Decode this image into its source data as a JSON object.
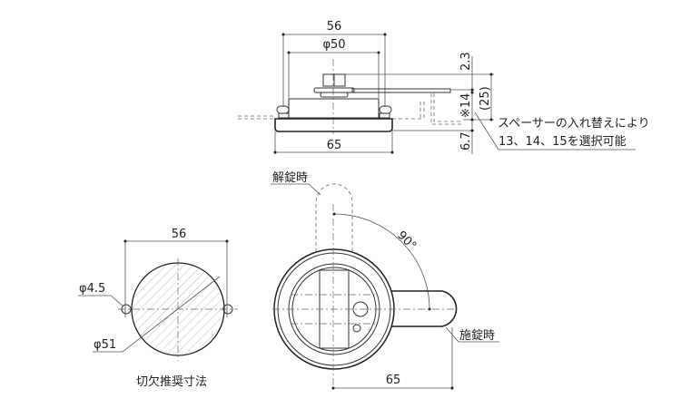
{
  "side_view": {
    "dim_width_outer": "56",
    "dim_diameter": "φ50",
    "dim_base_width": "65",
    "dim_top": "2.3",
    "dim_spacer": "※14",
    "dim_total": "(25)",
    "dim_bottom": "6.7",
    "note_line1": "スペーサーの入れ替えにより",
    "note_line2": "13、14、15を選択可能"
  },
  "cutout": {
    "dim_pitch": "56",
    "dim_hole": "φ4.5",
    "dim_diameter": "φ51",
    "caption": "切欠推奨寸法"
  },
  "front_view": {
    "label_unlocked": "解錠時",
    "label_locked": "施錠時",
    "angle": "90°",
    "dim_length": "65"
  }
}
